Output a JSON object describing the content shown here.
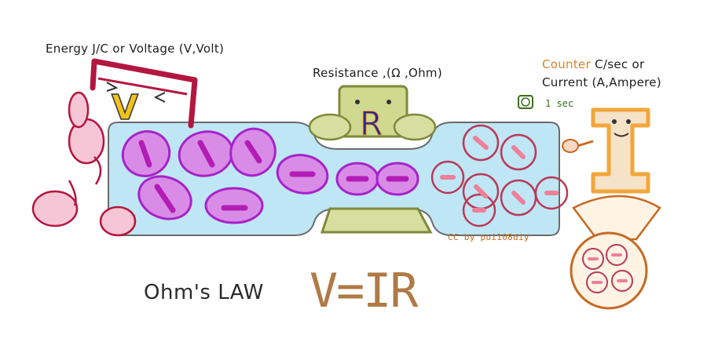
{
  "labels": {
    "voltage": "Energy J/C or  Voltage (V,Volt)",
    "resistance": "Resistance ,(Ω ,Ohm)",
    "current_counter": "Counter",
    "current_line1_rest": " C/sec or",
    "current_line2": "Current (A,Ampere)",
    "time": "1 sec",
    "credit": "CC by pui108diy",
    "law": "Ohm's LAW",
    "formula": "V=IR"
  },
  "glyphs": {
    "voltage_letter": "V",
    "resistance_letter": "R",
    "current_letter": "I"
  },
  "colors": {
    "wire": "#bfe6f4",
    "charge_outline": "#a623c9",
    "charge_fill": "#d98ce6",
    "charge_bar": "#b31cb5",
    "passed_outline": "#b83a5a",
    "passed_bar": "#ef7f98",
    "resistor": "#b9c77e",
    "current_letter": "#f2a63a",
    "voltage_letter": "#f1c21b",
    "formula": "#b07a46"
  }
}
